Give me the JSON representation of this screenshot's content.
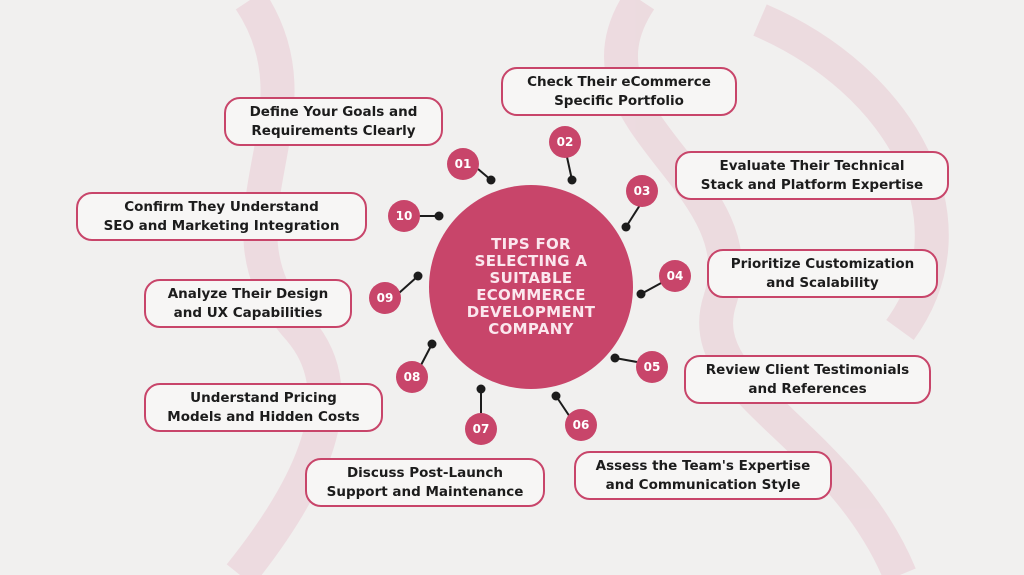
{
  "colors": {
    "accent": "#c8456a",
    "background": "#f1f0ef",
    "text": "#1c1c1c"
  },
  "center_title": "Tips for Selecting a Suitable eCommerce Development Company",
  "tips": [
    {
      "number": "01",
      "text": "Define Your Goals and\nRequirements Clearly"
    },
    {
      "number": "02",
      "text": "Check Their eCommerce\nSpecific Portfolio"
    },
    {
      "number": "03",
      "text": "Evaluate Their Technical\nStack and Platform Expertise"
    },
    {
      "number": "04",
      "text": "Prioritize Customization\nand Scalability"
    },
    {
      "number": "05",
      "text": "Review Client Testimonials\nand References"
    },
    {
      "number": "06",
      "text": "Assess the Team's Expertise\nand Communication Style"
    },
    {
      "number": "07",
      "text": "Discuss Post-Launch\nSupport and Maintenance"
    },
    {
      "number": "08",
      "text": "Understand Pricing\nModels and Hidden Costs"
    },
    {
      "number": "09",
      "text": "Analyze Their Design\nand UX Capabilities"
    },
    {
      "number": "10",
      "text": "Confirm They Understand\nSEO and Marketing Integration"
    }
  ]
}
